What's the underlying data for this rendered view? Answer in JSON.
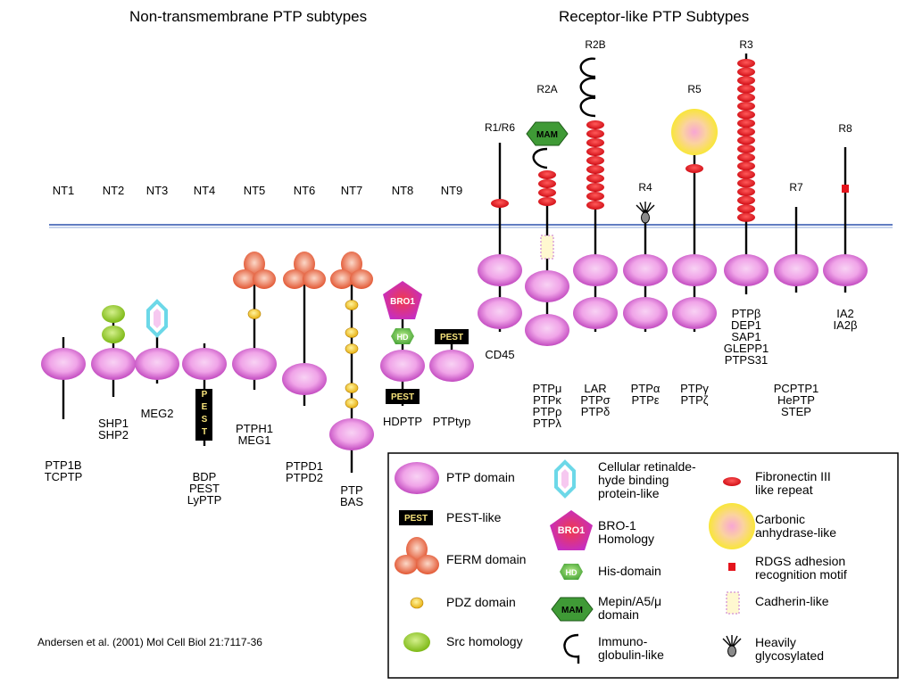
{
  "titles": {
    "left": "Non-transmembrane PTP subtypes",
    "right": "Receptor-like PTP Subtypes"
  },
  "nt_labels": [
    "NT1",
    "NT2",
    "NT3",
    "NT4",
    "NT5",
    "NT6",
    "NT7",
    "NT8",
    "NT9"
  ],
  "r_labels": {
    "r1r6": "R1/R6",
    "r2a": "R2A",
    "r2b": "R2B",
    "r3": "R3",
    "r4": "R4",
    "r5": "R5",
    "r7": "R7",
    "r8": "R8"
  },
  "protein_names": {
    "nt1": "PTP1B\nTCPTP",
    "nt2": "SHP1\nSHP2",
    "nt3": "MEG2",
    "nt4": "BDP\nPEST\nLyPTP",
    "nt5": "PTPH1\nMEG1",
    "nt6": "PTPD1\nPTPD2",
    "nt7": "PTP\nBAS",
    "nt8": "HDPTP",
    "nt9": "PTPtyp",
    "r1r6": "CD45",
    "r2a": "PTPμ\nPTPκ\nPTPρ\nPTPλ",
    "r2b": "LAR\nPTPσ\nPTPδ",
    "r4": "PTPα\nPTPε",
    "r5": "PTPγ\nPTPζ",
    "r3": "PTPβ\nDEP1\nSAP1\nGLEPP1\nPTPS31",
    "r7": "PCPTP1\nHePTP\nSTEP",
    "r8": "IA2\nIA2β"
  },
  "domain_labels": {
    "pest": "PEST",
    "bro1": "BRO1",
    "hd": "HD",
    "mam": "MAM"
  },
  "legend": {
    "ptp": "PTP domain",
    "pest": "PEST-like",
    "ferm": "FERM domain",
    "pdz": "PDZ domain",
    "src": "Src homology",
    "crbp": "Cellular retinalde-\nhyde binding\nprotein-like",
    "bro1": "BRO-1\nHomology",
    "his": "His-domain",
    "mam": "Mepin/A5/μ\ndomain",
    "ig": "Immuno-\nglobulin-like",
    "fn3": "Fibronectin III\nlike repeat",
    "ca": "Carbonic\nanhydrase-like",
    "rdgs": "RDGS adhesion\nrecognition motif",
    "cad": "Cadherin-like",
    "glyco": "Heavily\nglycosylated"
  },
  "citation": "Andersen et al. (2001) Mol Cell Biol  21:7117-36",
  "colors": {
    "ptp_center": "#f4b4ee",
    "ptp_edge": "#c24ac0",
    "membrane": "#4a6ab8",
    "fibronectin": "#e4141c",
    "src": "#8fc81e",
    "pdz": "#f4c21a",
    "ferm": "#e4552c",
    "mam": "#3f9a36",
    "carbonic": "#f8e81c"
  }
}
